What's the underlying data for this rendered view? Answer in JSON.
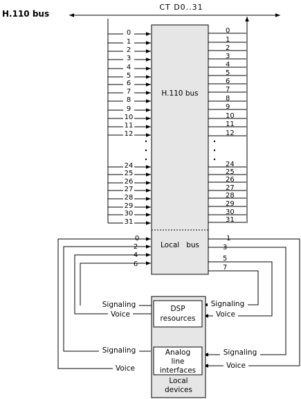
{
  "title": "H.110 bus",
  "ct_label": "CT D0..31",
  "bus_box_label": "H.110 bus",
  "local_bus_label": "Local   bus",
  "left_lines": [
    "0",
    "1",
    "2",
    "3",
    "4",
    "5",
    "6",
    "7",
    "8",
    "9",
    "10",
    "11",
    "12",
    "24",
    "25",
    "26",
    "27",
    "28",
    "29",
    "30",
    "31"
  ],
  "right_lines": [
    "0",
    "1",
    "2",
    "3",
    "4",
    "5",
    "6",
    "7",
    "8",
    "9",
    "10",
    "11",
    "12",
    "24",
    "25",
    "26",
    "27",
    "28",
    "29",
    "30",
    "31"
  ],
  "local_left": [
    "0",
    "2",
    "4",
    "6"
  ],
  "local_right": [
    "1",
    "3",
    "5",
    "7"
  ],
  "dsp_box_label": [
    "DSP",
    "resources"
  ],
  "analog_box_label": [
    "Analog",
    "line",
    "interfaces"
  ],
  "local_devices_label": [
    "Local",
    "devices"
  ],
  "signaling_label": "Signaling",
  "voice_label": "Voice",
  "colors": {
    "box_fill": "#e6e6e6",
    "line": "#000000",
    "background": "#ffffff"
  }
}
